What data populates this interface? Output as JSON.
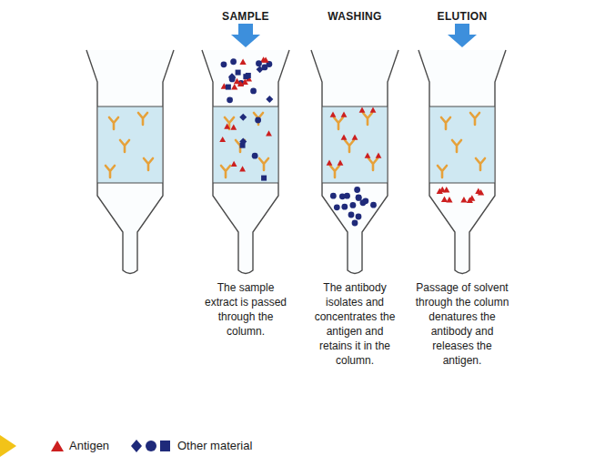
{
  "diagram": {
    "labels": [
      "SAMPLE",
      "WASHING",
      "ELUTION",
      "The sample extract is passed through the column.",
      "The antibody isolates and concentrates the antigen and retains it in the column.",
      "Passage of solvent through the column denatures the antibody and releases the antigen."
    ],
    "legend": [
      {
        "text": "Antigen"
      },
      {
        "text": "Other material"
      }
    ]
  }
}
